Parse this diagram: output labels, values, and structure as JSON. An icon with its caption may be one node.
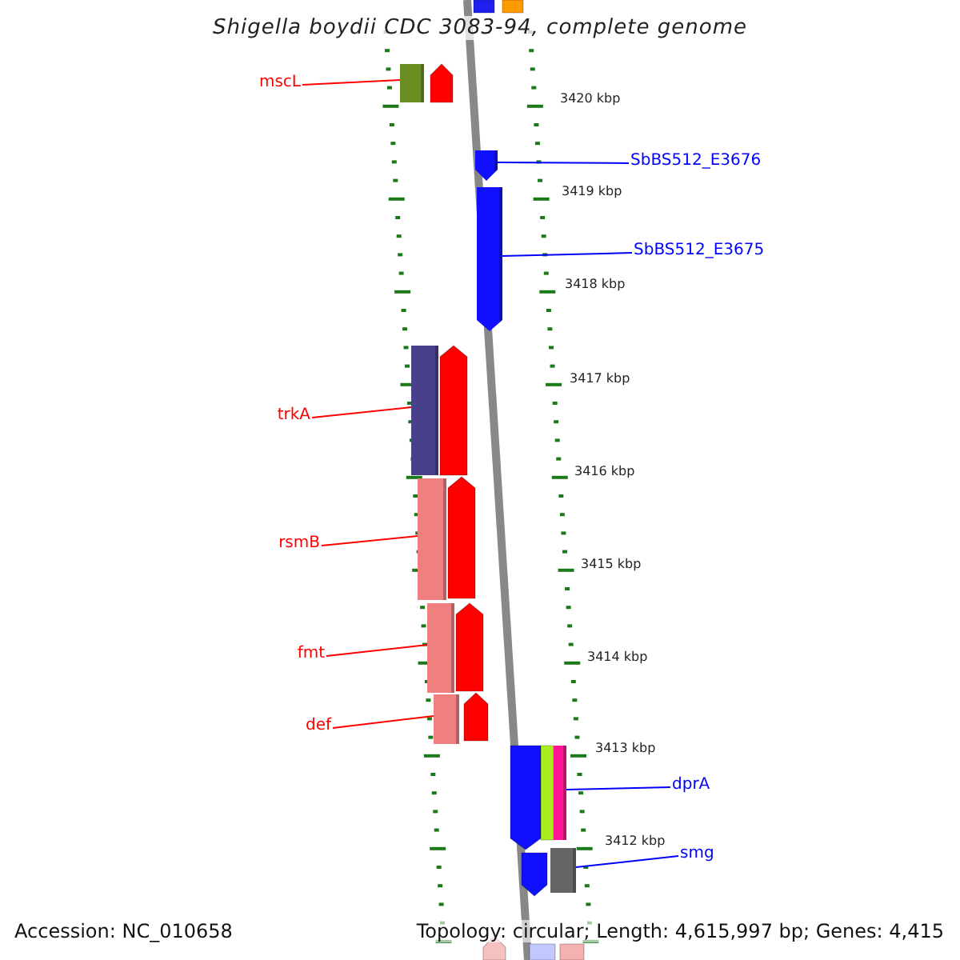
{
  "diagram": {
    "title": "Shigella boydii CDC 3083-94, complete genome",
    "nodes": [
      {
        "text": [
          "mscL"
        ]
      },
      {
        "text": [],
        "shape": "box"
      },
      {
        "text": [
          "SbBS512_E3676"
        ]
      },
      {
        "text": [],
        "shape": "pentagon"
      },
      {
        "text": [
          "SbBS512_E3675"
        ]
      },
      {
        "text": [],
        "shape": "pentagon"
      },
      {
        "text": [
          "trkA"
        ]
      },
      {
        "text": [],
        "shape": "box"
      },
      {
        "text": [
          "rsmB"
        ]
      },
      {
        "text": [],
        "shape": "box"
      },
      {
        "text": [
          "fmt"
        ]
      },
      {
        "text": [],
        "shape": "box"
      },
      {
        "text": [
          "def"
        ]
      },
      {
        "text": [],
        "shape": "box"
      },
      {
        "text": [
          "dprA"
        ]
      },
      {
        "text": [],
        "shape": "box"
      },
      {
        "text": [
          "smg"
        ]
      },
      {
        "text": [],
        "shape": "box"
      }
    ],
    "edges": [
      {
        "from": 0,
        "to": 1,
        "arrow": "none"
      },
      {
        "from": 2,
        "to": 3,
        "arrow": "none",
        "color": "#0000ff"
      },
      {
        "from": 4,
        "to": 5,
        "arrow": "none",
        "color": "#0000ff"
      },
      {
        "from": 6,
        "to": 7,
        "arrow": "none"
      },
      {
        "from": 8,
        "to": 9,
        "arrow": "none"
      },
      {
        "from": 10,
        "to": 11,
        "arrow": "none"
      },
      {
        "from": 12,
        "to": 13,
        "arrow": "none"
      },
      {
        "from": 14,
        "to": 15,
        "arrow": "none",
        "color": "#0000ff"
      },
      {
        "from": 16,
        "to": 17,
        "arrow": "none",
        "color": "#0000ff"
      }
    ],
    "labels": [
      "3420 kbp",
      "3419 kbp",
      "3418 kbp",
      "3417 kbp",
      "3416 kbp",
      "3415 kbp",
      "3414 kbp",
      "3413 kbp",
      "3412 kbp",
      "Accession: NC_010658",
      "Topology: circular; Length: 4,615,997 bp; Genes: 4,415"
    ]
  }
}
